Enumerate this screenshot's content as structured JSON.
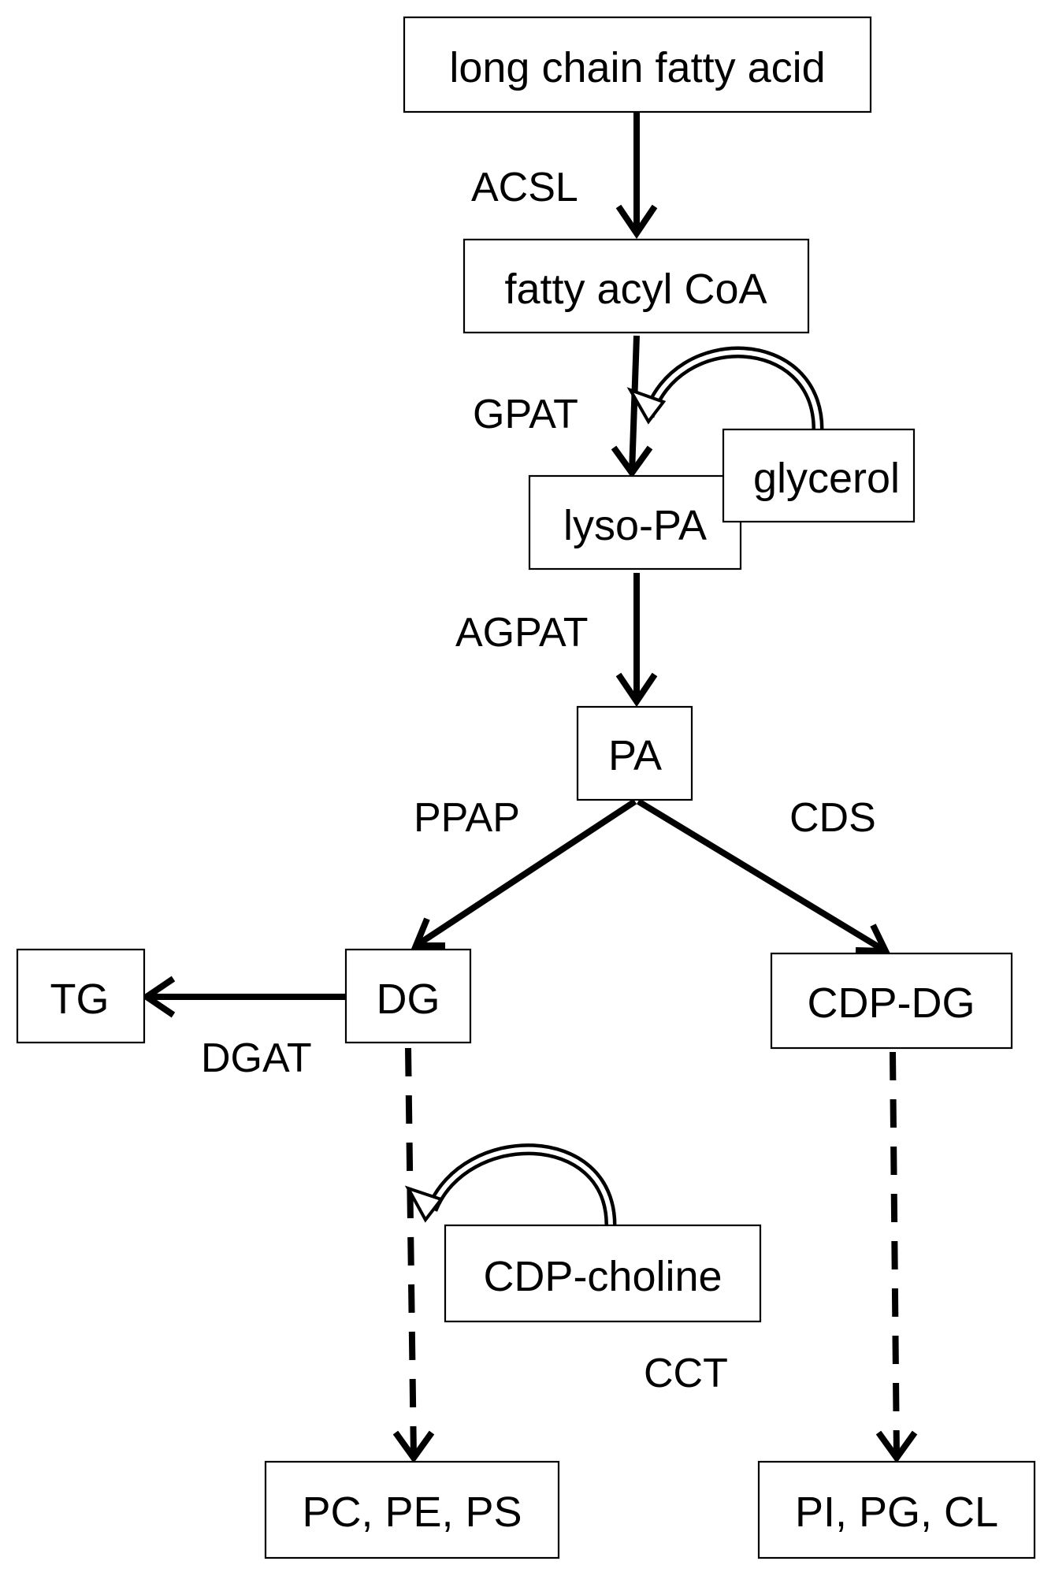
{
  "nodes": {
    "long_chain_fatty_acid": "long chain fatty acid",
    "fatty_acyl_coa": "fatty acyl CoA",
    "glycerol": "glycerol",
    "lyso_pa": "lyso-PA",
    "pa": "PA",
    "tg": "TG",
    "dg": "DG",
    "cdp_dg": "CDP-DG",
    "cdp_choline": "CDP-choline",
    "pc_pe_ps": "PC, PE, PS",
    "pi_pg_cl": "PI, PG, CL"
  },
  "enzymes": {
    "acsl": "ACSL",
    "gpat": "GPAT",
    "agpat": "AGPAT",
    "ppap": "PPAP",
    "cds": "CDS",
    "dgat": "DGAT",
    "cct": "CCT"
  },
  "colors": {
    "line": "#000000",
    "background": "#ffffff"
  }
}
